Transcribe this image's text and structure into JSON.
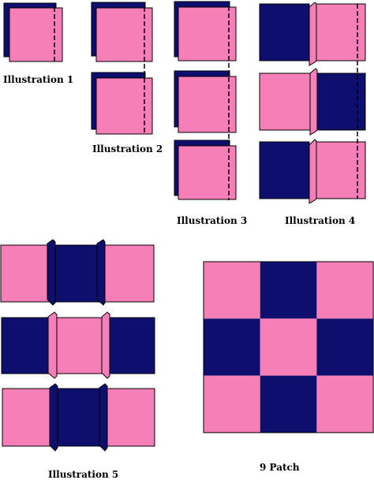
{
  "colors": {
    "pink": "#f57fb6",
    "navy": "#0e0e6f",
    "outline": "#000000",
    "background": "#ffffff"
  },
  "labels": {
    "illustration_1": "Illustration 1",
    "illustration_2": "Illustration 2",
    "illustration_3": "Illustration 3",
    "illustration_4": "Illustration 4",
    "illustration_5": "Illustration 5",
    "nine_patch": "9 Patch"
  },
  "nine_patch_grid": [
    [
      "pink",
      "navy",
      "pink"
    ],
    [
      "navy",
      "pink",
      "navy"
    ],
    [
      "pink",
      "navy",
      "pink"
    ]
  ]
}
